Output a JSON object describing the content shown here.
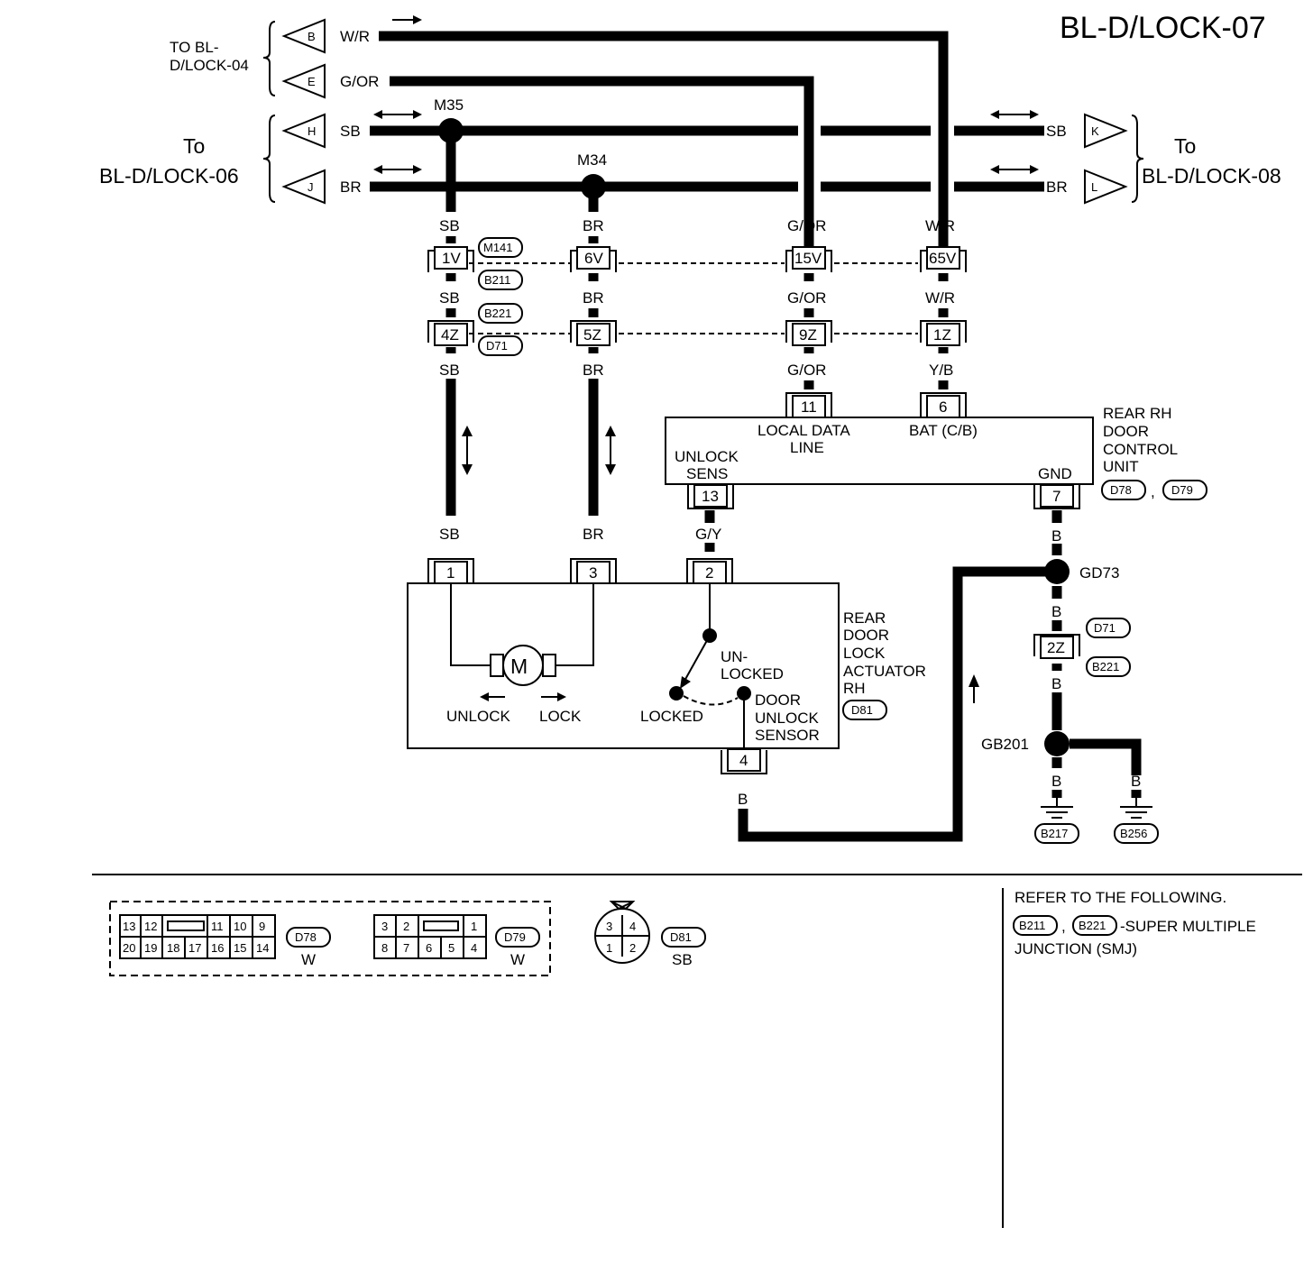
{
  "title": "BL-D/LOCK-07",
  "refs": {
    "to_lock_04": "TO BL-\nD/LOCK-04",
    "to_lock_06_a": "To",
    "to_lock_06_b": "BL-D/LOCK-06",
    "to_lock_08_a": "To",
    "to_lock_08_b": "BL-D/LOCK-08"
  },
  "arrow_tags": {
    "B": "B",
    "E": "E",
    "H": "H",
    "J": "J",
    "K": "K",
    "L": "L"
  },
  "wires": {
    "WR": "W/R",
    "GOR": "G/OR",
    "SB": "SB",
    "BR": "BR",
    "YB": "Y/B",
    "GY": "G/Y",
    "B": "B"
  },
  "splices": {
    "M35": "M35",
    "M34": "M34",
    "GD73": "GD73",
    "GB201": "GB201"
  },
  "connectors": {
    "M141": "M141",
    "B211": "B211",
    "B221": "B221",
    "D71": "D71",
    "D78": "D78",
    "D79": "D79",
    "D81": "D81",
    "B217": "B217",
    "B256": "B256"
  },
  "pins": {
    "p1V": "1V",
    "p6V": "6V",
    "p15V": "15V",
    "p65V": "65V",
    "p4Z": "4Z",
    "p5Z": "5Z",
    "p9Z": "9Z",
    "p1Z": "1Z",
    "p2Z": "2Z",
    "p11": "11",
    "p6": "6",
    "p13": "13",
    "p7": "7",
    "a1": "1",
    "a3": "3",
    "a2": "2",
    "a4": "4"
  },
  "control_unit": {
    "name1": "REAR RH",
    "name2": "DOOR",
    "name3": "CONTROL",
    "name4": "UNIT",
    "local_data1": "LOCAL DATA",
    "local_data2": "LINE",
    "bat": "BAT (C/B)",
    "unlock_sens1": "UNLOCK",
    "unlock_sens2": "SENS",
    "gnd": "GND",
    "comma": ","
  },
  "actuator": {
    "name1": "REAR",
    "name2": "DOOR",
    "name3": "LOCK",
    "name4": "ACTUATOR",
    "name5": "RH",
    "motor": "M",
    "unlock": "UNLOCK",
    "lock": "LOCK",
    "unlocked1": "UN-",
    "unlocked2": "LOCKED",
    "locked": "LOCKED",
    "sensor1": "DOOR",
    "sensor2": "UNLOCK",
    "sensor3": "SENSOR"
  },
  "connector_views": {
    "d78_pins_top": [
      "13",
      "12",
      "11",
      "10",
      "9"
    ],
    "d78_pins_bottom": [
      "20",
      "19",
      "18",
      "17",
      "16",
      "15",
      "14"
    ],
    "d78_color": "W",
    "d79_pins_top": [
      "3",
      "2",
      "1"
    ],
    "d79_pins_bottom": [
      "8",
      "7",
      "6",
      "5",
      "4"
    ],
    "d79_color": "W",
    "d81_pins": [
      "3",
      "4",
      "1",
      "2"
    ],
    "d81_color": "SB"
  },
  "notes": {
    "line1": "REFER TO THE FOLLOWING.",
    "line2": "-SUPER MULTIPLE",
    "line3": "JUNCTION (SMJ)",
    "comma": ","
  }
}
